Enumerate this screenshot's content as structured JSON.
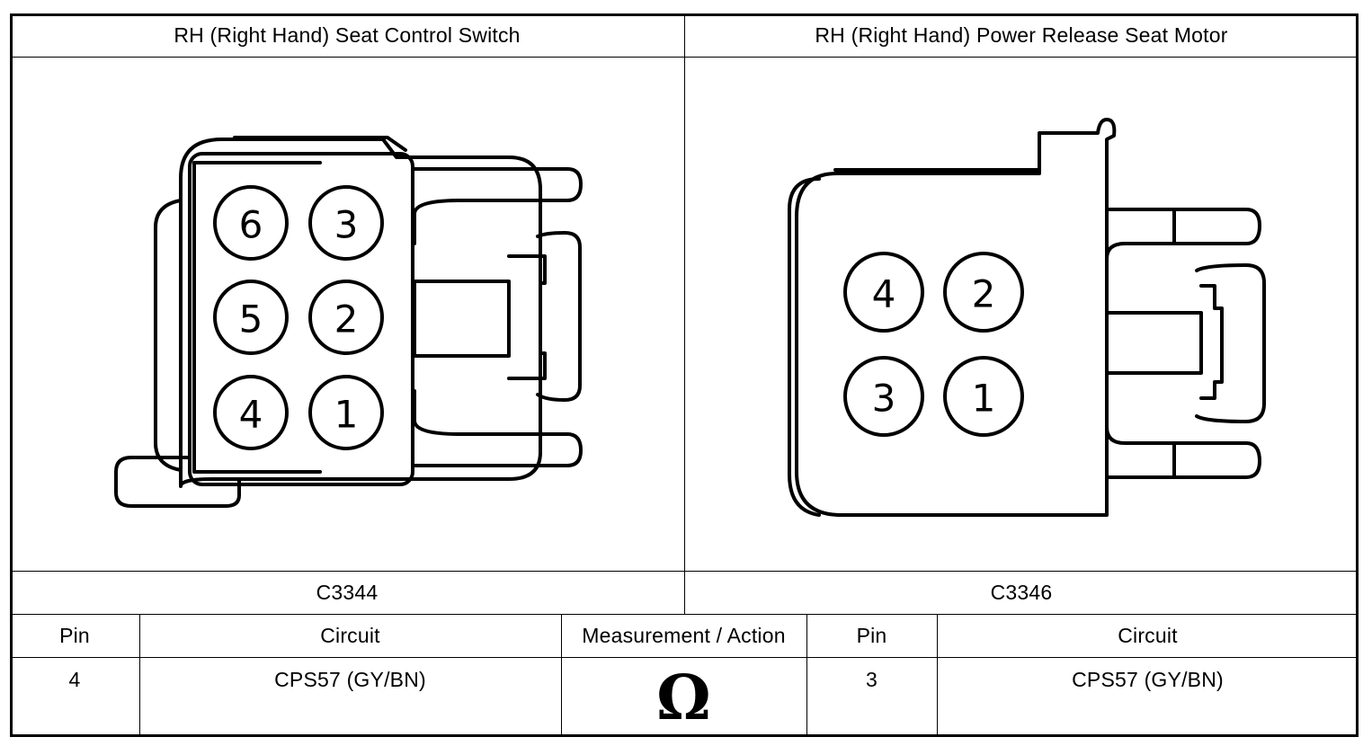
{
  "left_connector": {
    "title": "RH (Right Hand) Seat Control Switch",
    "id": "C3344",
    "pins": [
      "6",
      "3",
      "5",
      "2",
      "4",
      "1"
    ]
  },
  "right_connector": {
    "title": "RH (Right Hand) Power Release Seat Motor",
    "id": "C3346",
    "pins": [
      "4",
      "2",
      "3",
      "1"
    ]
  },
  "table": {
    "headers": {
      "pin_a": "Pin",
      "circuit_a": "Circuit",
      "measurement": "Measurement / Action",
      "pin_b": "Pin",
      "circuit_b": "Circuit"
    },
    "row": {
      "pin_a": "4",
      "circuit_a": "CPS57 (GY/BN)",
      "measurement_symbol": "Ω",
      "pin_b": "3",
      "circuit_b": "CPS57 (GY/BN)"
    }
  }
}
